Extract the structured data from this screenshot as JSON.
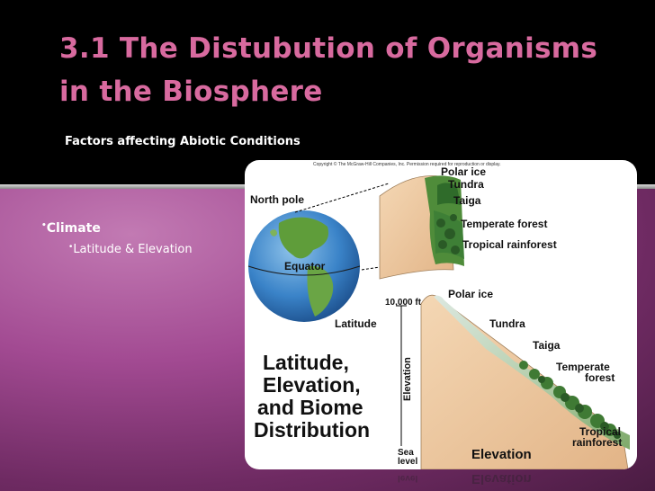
{
  "slide": {
    "title": "3.1 The Distubution of Organisms in the Biosphere",
    "subtitle": "Factors affecting Abiotic Conditions",
    "bullets": [
      {
        "level": 1,
        "text": "Climate"
      },
      {
        "level": 2,
        "text": "Latitude & Elevation"
      }
    ],
    "colors": {
      "title": "#d86a9f",
      "background_top": "#000000",
      "background_bottom": "#a24a92",
      "text": "#ffffff"
    }
  },
  "figure": {
    "copyright": "Copyright © The McGraw-Hill Companies, Inc. Permission required for reproduction or display.",
    "globe_labels": {
      "north_pole": "North pole",
      "equator": "Equator",
      "latitude": "Latitude"
    },
    "latitude_biomes": [
      "Polar ice",
      "Tundra",
      "Taiga",
      "Temperate forest",
      "Tropical rainforest"
    ],
    "elevation_biomes": [
      "Polar ice",
      "Tundra",
      "Taiga",
      "Temperate forest",
      "Tropical rainforest"
    ],
    "elevation_axis": {
      "top": "10,000 ft",
      "label": "Elevation",
      "bottom": "Sea level"
    },
    "bottom_label": "Elevation",
    "caption": "Latitude, Elevation, and Biome Distribution"
  }
}
